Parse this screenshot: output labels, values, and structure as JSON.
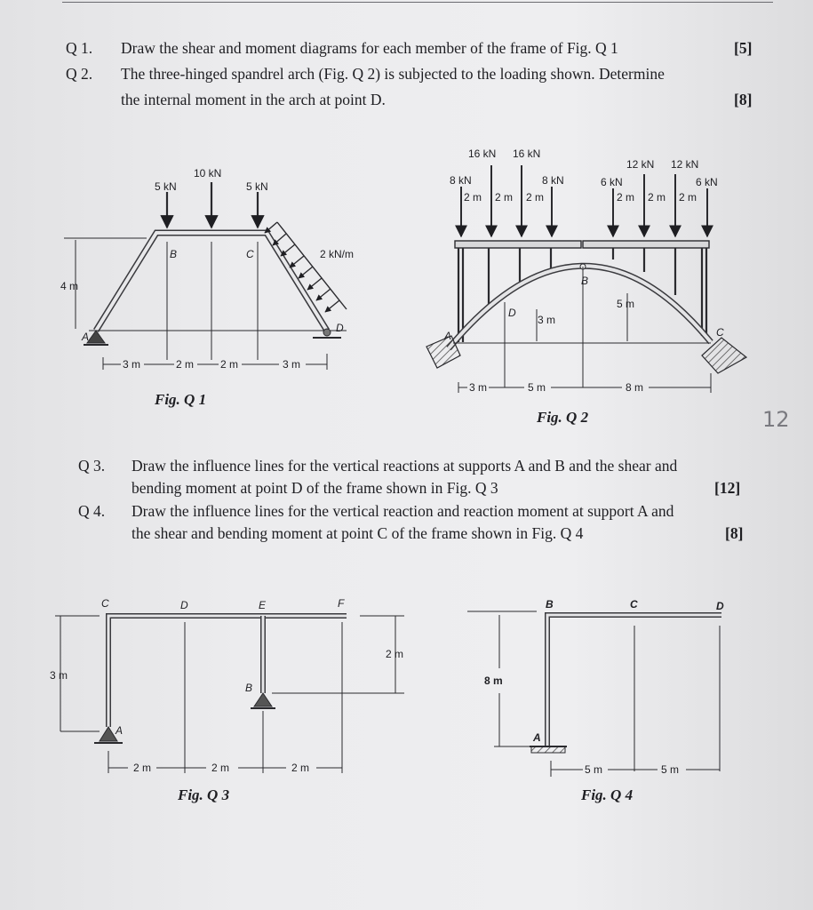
{
  "questions": {
    "q1": {
      "number": "Q 1.",
      "text": "Draw the shear and moment diagrams for each member of the frame of Fig. Q 1",
      "marks": "[5]"
    },
    "q2": {
      "number": "Q 2.",
      "line1": "The three-hinged spandrel arch (Fig. Q 2) is subjected to the loading shown. Determine",
      "line2": "the internal moment in the arch at point D.",
      "marks": "[8]"
    },
    "q3": {
      "number": "Q 3.",
      "line1": "Draw the influence lines for the vertical reactions at supports A and B and the shear and",
      "line2": "bending moment at point D of the frame shown in Fig. Q 3",
      "marks": "[12]"
    },
    "q4": {
      "number": "Q 4.",
      "line1": "Draw the influence lines for the vertical reaction and reaction moment at support A and",
      "line2": "the shear and bending moment at point C of the frame shown in Fig. Q 4",
      "marks": "[8]"
    }
  },
  "figures": {
    "fig1": {
      "caption": "Fig. Q 1",
      "loads": [
        "5 kN",
        "10 kN",
        "5 kN"
      ],
      "distributed": "2 kN/m",
      "height": "4 m",
      "points": [
        "A",
        "B",
        "C",
        "D"
      ],
      "spans": [
        "3 m",
        "2 m",
        "2 m",
        "3 m"
      ]
    },
    "fig2": {
      "caption": "Fig. Q 2",
      "loads_left": [
        "8 kN",
        "16 kN",
        "16 kN",
        "8 kN"
      ],
      "loads_right": [
        "6 kN",
        "12 kN",
        "12 kN",
        "6 kN"
      ],
      "load_spacing": [
        "2 m",
        "2 m",
        "2 m"
      ],
      "points": [
        "A",
        "B",
        "C",
        "D"
      ],
      "heights": [
        "3 m",
        "5 m"
      ],
      "spans": [
        "3 m",
        "5 m",
        "8 m"
      ]
    },
    "fig3": {
      "caption": "Fig. Q 3",
      "points": [
        "A",
        "B",
        "C",
        "D",
        "E",
        "F"
      ],
      "heights": [
        "3 m",
        "2 m"
      ],
      "spans": [
        "2 m",
        "2 m",
        "2 m"
      ]
    },
    "fig4": {
      "caption": "Fig. Q 4",
      "points": [
        "A",
        "B",
        "C",
        "D"
      ],
      "height": "8 m",
      "spans": [
        "5 m",
        "5 m"
      ]
    }
  },
  "handwritten_note": "12"
}
